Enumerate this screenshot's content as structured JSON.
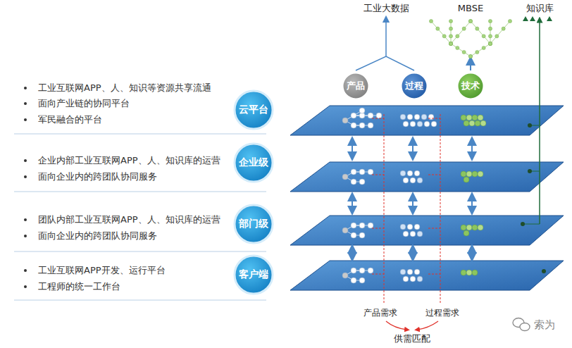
{
  "diagram": {
    "nodes": [
      {
        "text": [
          "产品"
        ]
      },
      {
        "text": [
          "过程"
        ]
      },
      {
        "text": [
          "技术"
        ]
      },
      {
        "text": [
          "云平台"
        ]
      },
      {
        "text": [
          "企业级"
        ]
      },
      {
        "text": [
          "部门级"
        ]
      },
      {
        "text": [
          "客户端"
        ]
      }
    ],
    "labels": [
      "工业大数据",
      "MBSE",
      "知识库",
      "工业互联网APP、人、知识等资源共享流通",
      "面向产业链的协同平台",
      "军民融合的平台",
      "企业内部工业互联网APP、人、知识库的运营",
      "面向企业内的跨团队协同服务",
      "团队内部工业互联网APP、人、知识库的运营",
      "面向企业内的跨团队协同服务",
      "工业互联网APP开发、运行平台",
      "工程师的统一工作台",
      "产品需求",
      "过程需求",
      "供需匹配",
      "索为"
    ]
  }
}
